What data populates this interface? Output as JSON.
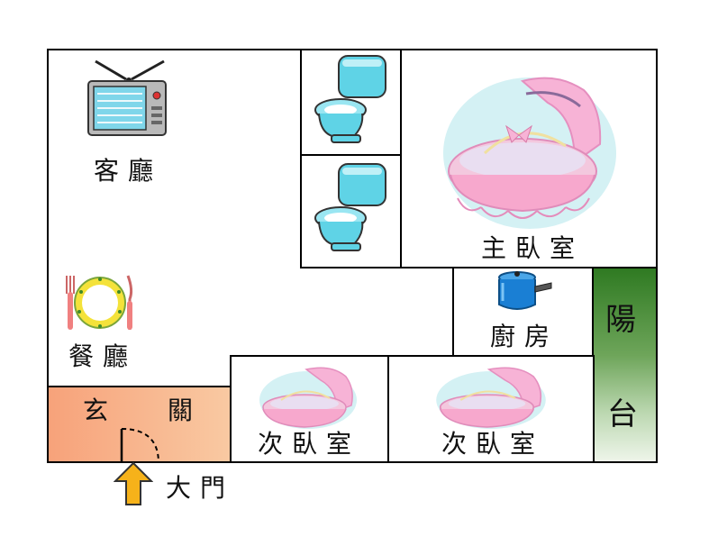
{
  "rooms": {
    "living": "客廳",
    "dining": "餐廳",
    "foyer_left": "玄",
    "foyer_right": "關",
    "master_bedroom": "主臥室",
    "kitchen": "廚房",
    "second_bedroom_left": "次臥室",
    "second_bedroom_right": "次臥室",
    "balcony_top": "陽",
    "balcony_bottom": "台"
  },
  "entrance": {
    "label": "大門"
  },
  "icons": {
    "living": "tv-icon",
    "dining": "plate-cutlery-icon",
    "bathroom": "toilet-icon",
    "bedroom": "cradle-icon",
    "kitchen": "pot-icon",
    "entrance": "arrow-up-icon",
    "door": "door-swing-icon"
  },
  "colors": {
    "foyer": "#f7b98f",
    "balcony": "#3d8a2c",
    "toilet": "#5fd3e6",
    "cradle": "#f3b6d4",
    "pot": "#1a7fd4",
    "arrow": "#f6b21a"
  }
}
